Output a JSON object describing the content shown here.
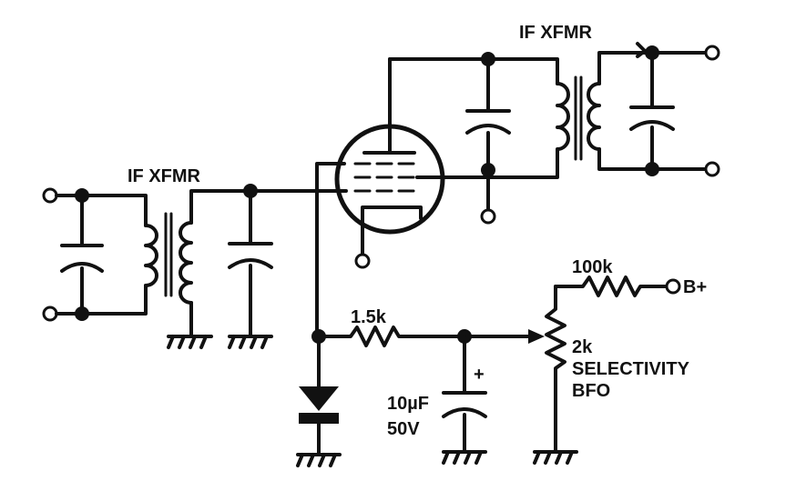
{
  "labels": {
    "if_xfmr_left": "IF XFMR",
    "if_xfmr_right": "IF XFMR",
    "r1": "1.5k",
    "r2": "100k",
    "bplus": "B+",
    "pot_value": "2k",
    "pot_name_1": "SELECTIVITY",
    "pot_name_2": "BFO",
    "cap_value": "10µF",
    "cap_voltage": "50V",
    "plus": "+"
  }
}
